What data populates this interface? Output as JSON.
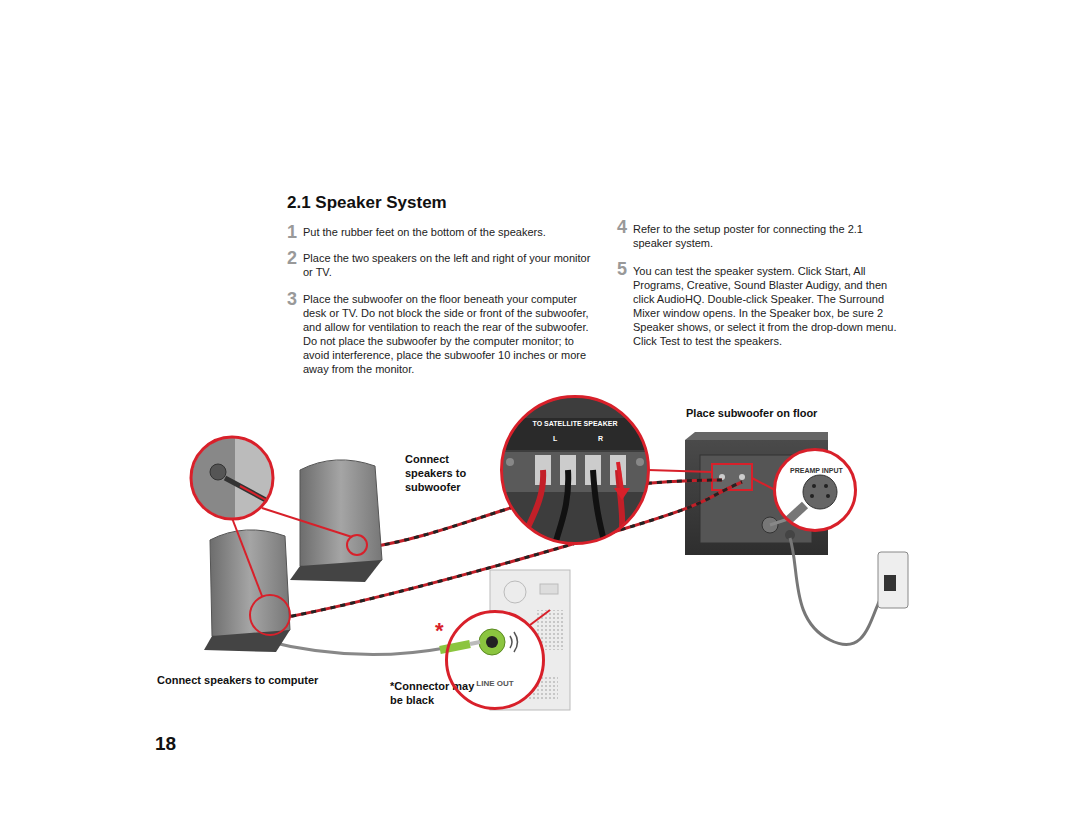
{
  "diagram": {
    "title": "2.1 Speaker System",
    "nodes": [
      {
        "text": [
          "TO SATELLITE SPEAKER",
          "L",
          "R"
        ]
      },
      {
        "text": [
          "PREAMP INPUT"
        ]
      },
      {
        "text": [
          "LINE OUT"
        ]
      }
    ],
    "labels": [
      "1",
      "Put the rubber feet on the bottom of the speakers.",
      "2",
      "Place the two speakers on the left and right of your monitor or TV.",
      "3",
      "Place the subwoofer on the floor beneath your computer desk or TV. Do not block the side or front of the subwoofer, and allow for ventilation to reach the rear of the subwoofer. Do not place the subwoofer by the computer monitor; to avoid interference, place the subwoofer 10 inches or more away from the monitor.",
      "4",
      "Refer to the setup poster for connecting the 2.1 speaker system.",
      "5",
      "You can test the speaker system. Click Start, All Programs, Creative, Sound Blaster Audigy, and then click AudioHQ. Double-click Speaker. The Surround Mixer window opens. In the Speaker box, be sure 2 Speaker shows, or select it from the drop-down menu. Click Test to test the speakers.",
      "Connect speakers to subwoofer",
      "Place subwoofer on floor",
      "*",
      "Connect speakers to computer",
      "*Connector may be black",
      "18"
    ]
  }
}
